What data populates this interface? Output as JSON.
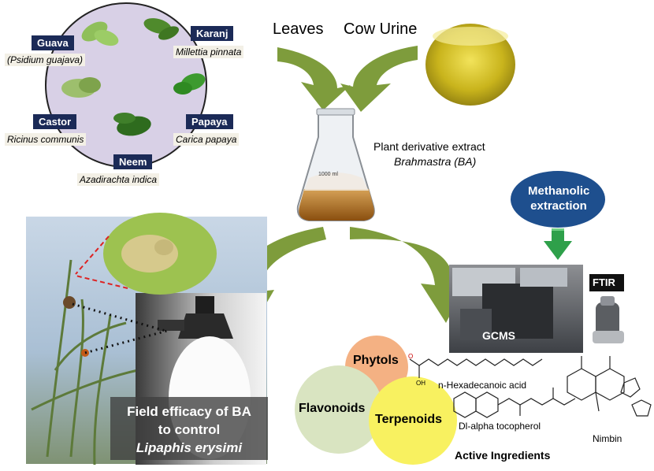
{
  "plants": {
    "guava": {
      "common": "Guava",
      "scientific": "(Psidium guajava)"
    },
    "karanj": {
      "common": "Karanj",
      "scientific": "Millettia pinnata"
    },
    "castor": {
      "common": "Castor",
      "scientific": "Ricinus communis"
    },
    "papaya": {
      "common": "Papaya",
      "scientific": "Carica papaya"
    },
    "neem": {
      "common": "Neem",
      "scientific": "Azadirachta indica"
    }
  },
  "inputs": {
    "leaves": "Leaves",
    "cow_urine": "Cow Urine"
  },
  "flask": {
    "volume_mark": "1000 ml"
  },
  "extract": {
    "line1": "Plant derivative extract",
    "line2": "Brahmastra (BA)"
  },
  "analysis": {
    "methanolic_line1": "Methanolic",
    "methanolic_line2": "extraction",
    "gcms": "GCMS",
    "ftir": "FTIR"
  },
  "field": {
    "line1": "Field efficacy of BA",
    "line2": "to control",
    "line3": "Lipaphis erysimi"
  },
  "ingredients": {
    "phytols": "Phytols",
    "flavonoids": "Flavonoids",
    "terpenoids": "Terpenoids",
    "hexadecanoic": "n-Hexadecanoic acid",
    "tocopherol": "Dl-alpha tocopherol",
    "nimbin": "Nimbin",
    "title": "Active Ingredients",
    "atom_o": "O",
    "atom_oh": "OH"
  },
  "colors": {
    "arrow_green": "#7e9c3c",
    "navy": "#1b2a57",
    "circle_lavender": "#d8d0e6",
    "methanolic_blue": "#1e4f8e",
    "phytols_orange": "#f4b183",
    "flavonoids_green": "#d9e4c1",
    "terpenoids_yellow": "#f8f160",
    "down_arrow_green": "#2ea04a"
  }
}
